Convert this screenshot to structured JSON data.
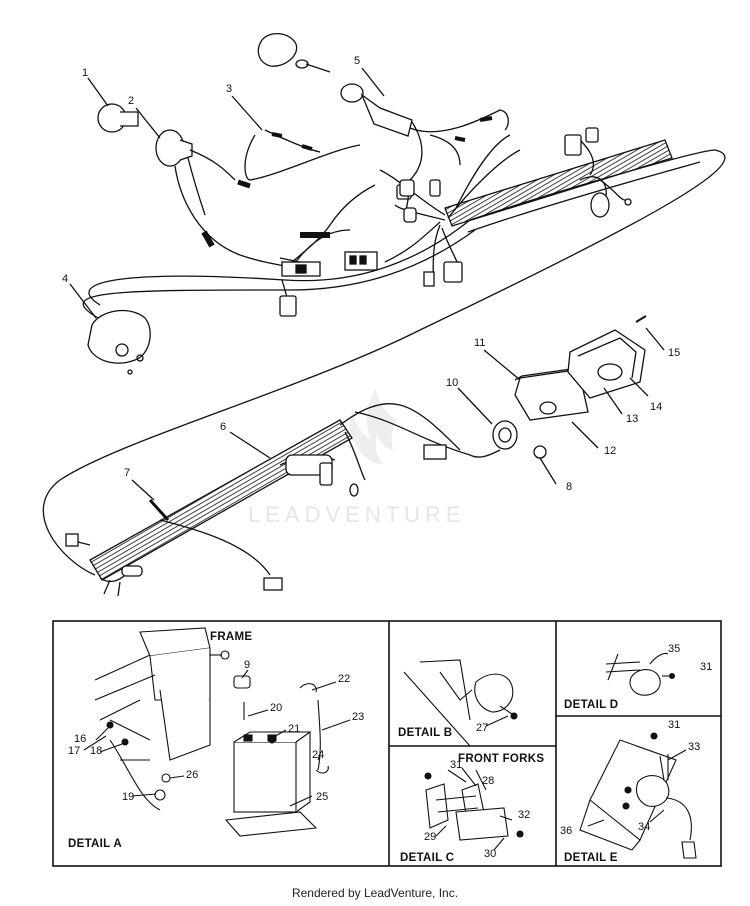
{
  "diagram": {
    "callouts": {
      "c1": "1",
      "c2": "2",
      "c3": "3",
      "c4": "4",
      "c5": "5",
      "c6": "6",
      "c7": "7",
      "c8": "8",
      "c10": "10",
      "c11": "11",
      "c12": "12",
      "c13": "13",
      "c14": "14",
      "c15": "15"
    },
    "detail_a": {
      "title": "DETAIL A",
      "frame_label": "FRAME",
      "callouts": {
        "c9": "9",
        "c16": "16",
        "c17": "17",
        "c18": "18",
        "c19": "19",
        "c20": "20",
        "c21": "21",
        "c22": "22",
        "c23": "23",
        "c24": "24",
        "c25": "25",
        "c26": "26"
      }
    },
    "detail_b": {
      "title": "DETAIL B",
      "callouts": {
        "c27": "27"
      }
    },
    "detail_c": {
      "title": "DETAIL C",
      "forks_label": "FRONT FORKS",
      "callouts": {
        "c28": "28",
        "c29": "29",
        "c30": "30",
        "c31": "31",
        "c32": "32"
      }
    },
    "detail_d": {
      "title": "DETAIL D",
      "callouts": {
        "c31": "31",
        "c35": "35"
      }
    },
    "detail_e": {
      "title": "DETAIL E",
      "callouts": {
        "c31": "31",
        "c33": "33",
        "c34": "34",
        "c36": "36"
      }
    }
  },
  "watermark": "LEADVENTURE",
  "footer": "Rendered by LeadVenture, Inc."
}
